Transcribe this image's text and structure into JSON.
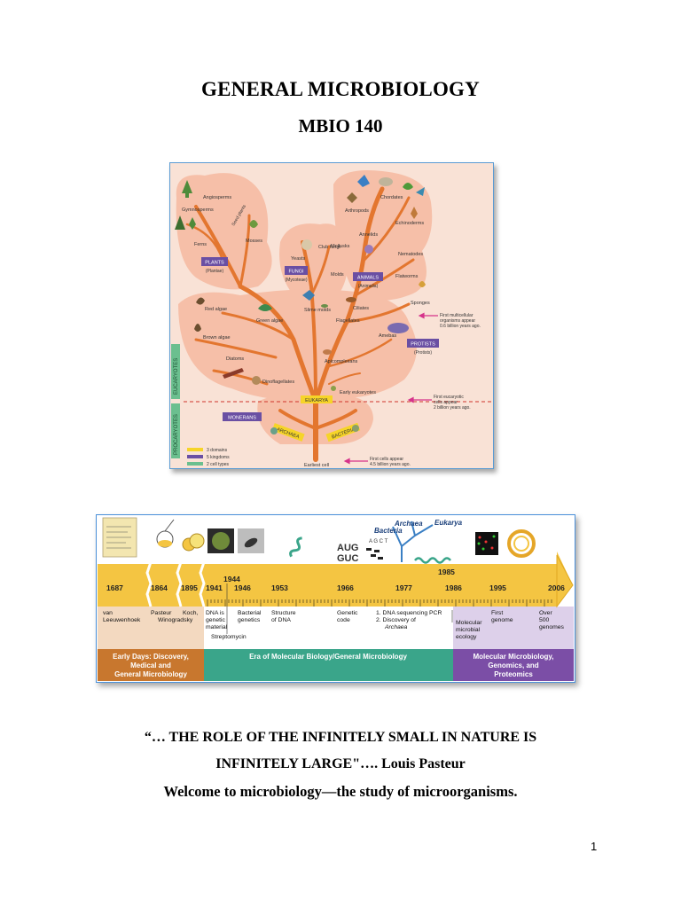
{
  "header": {
    "title": "GENERAL MICROBIOLOGY",
    "course": "MBIO 140"
  },
  "tree": {
    "animals_group": [
      "Chordates",
      "Arthropods",
      "Echinoderms",
      "Annelids",
      "Mollusks",
      "Nematodes",
      "Flatworms",
      "Sponges"
    ],
    "fungi_group": [
      "Club fungi",
      "Yeasts",
      "Molds"
    ],
    "plants_group": [
      "Angiosperms",
      "Gymnosperms",
      "Ferns",
      "Mosses",
      "Green algae"
    ],
    "protist_group": [
      "Slime molds",
      "Ciliates",
      "Flagellates",
      "Amebas",
      "Red algae",
      "Brown algae",
      "Diatoms",
      "Apicomplexans",
      "Dinoflagellates",
      "Early eukaryotes"
    ],
    "labels": {
      "seed_plants": "Seed plants",
      "plants": "PLANTS",
      "plants_sub": "(Plantae)",
      "fungi": "FUNGI",
      "fungi_sub": "(Mycoteae)",
      "animals": "ANIMALS",
      "animals_sub": "(Animalia)",
      "protists": "PROTISTS",
      "protists_sub": "(Protists)",
      "monerans": "MONERANS",
      "eukarya": "EUKARYA",
      "archaea": "ARCHAEA",
      "bacteria": "BACTERIA",
      "earliest_cell": "Earliest cell",
      "eucaryotes": "EUCARYOTES",
      "procaryotes": "PROCARYOTES"
    },
    "notes": {
      "n1": [
        "First multicellular",
        "organisms appear",
        "0.6 billion years ago."
      ],
      "n2": [
        "First eucaryotic",
        "cells appear",
        "2 billion years ago."
      ],
      "n3": [
        "First cells appear",
        "4.5 billion years ago."
      ]
    },
    "legend": [
      "3 domains",
      "5 kingdoms",
      "2 cell types"
    ],
    "colors": {
      "bg": "#f9e2d6",
      "blob": "#f6bfa8",
      "branch": "#e3762f",
      "purple": "#6a4fa3",
      "yellow": "#f6d428",
      "green": "#6bbf8f",
      "border": "#5a9bd3"
    }
  },
  "timeline": {
    "top_labels": {
      "archaea": "Archaea",
      "eukarya": "Eukarya",
      "bacteria": "Bacteria",
      "agct": "A G C T",
      "aug": "AUG",
      "guc": "GUC"
    },
    "years": [
      {
        "y": "1687",
        "t": [
          "van",
          "Leeuwenhoek"
        ]
      },
      {
        "y": "1864",
        "t": [
          "Pasteur"
        ]
      },
      {
        "y": "1895",
        "t": [
          "Koch,",
          "Winogradsky"
        ]
      },
      {
        "y": "1941",
        "t": [
          "DNA is",
          "genetic",
          "material"
        ]
      },
      {
        "y": "1944",
        "t": [
          "Streptomycin"
        ]
      },
      {
        "y": "1946",
        "t": [
          "Bacterial",
          "genetics"
        ]
      },
      {
        "y": "1953",
        "t": [
          "Structure",
          "of DNA"
        ]
      },
      {
        "y": "1966",
        "t": [
          "Genetic",
          "code"
        ]
      },
      {
        "y": "1977",
        "t": [
          "1. DNA sequencing",
          "2. Discovery of",
          "Archaea"
        ]
      },
      {
        "y": "1985",
        "t": [
          "PCR"
        ]
      },
      {
        "y": "1986",
        "t": [
          "Molecular",
          "microbial",
          "ecology"
        ]
      },
      {
        "y": "1995",
        "t": [
          "First",
          "genome"
        ]
      },
      {
        "y": "2006",
        "t": [
          "Over",
          "500",
          "genomes"
        ]
      }
    ],
    "eras": [
      {
        "lines": [
          "Early Days: Discovery,",
          "Medical and",
          "General Microbiology"
        ],
        "color": "#c8772e"
      },
      {
        "lines": [
          "Era of Molecular Biology/General Microbiology"
        ],
        "color": "#3aa58a"
      },
      {
        "lines": [
          "Molecular Microbiology,",
          "Genomics, and",
          "Proteomics"
        ],
        "color": "#7b4ea6"
      }
    ],
    "colors": {
      "arrow": "#f4c542",
      "border": "#4a90d9"
    }
  },
  "quote": {
    "line1": "“… THE ROLE OF THE INFINITELY SMALL IN NATURE IS",
    "line2a": "INFINITELY LARGE\"….",
    "line2b": " Louis Pasteur",
    "welcome": "Welcome to microbiology—the study of microorganisms."
  },
  "page_number": "1"
}
